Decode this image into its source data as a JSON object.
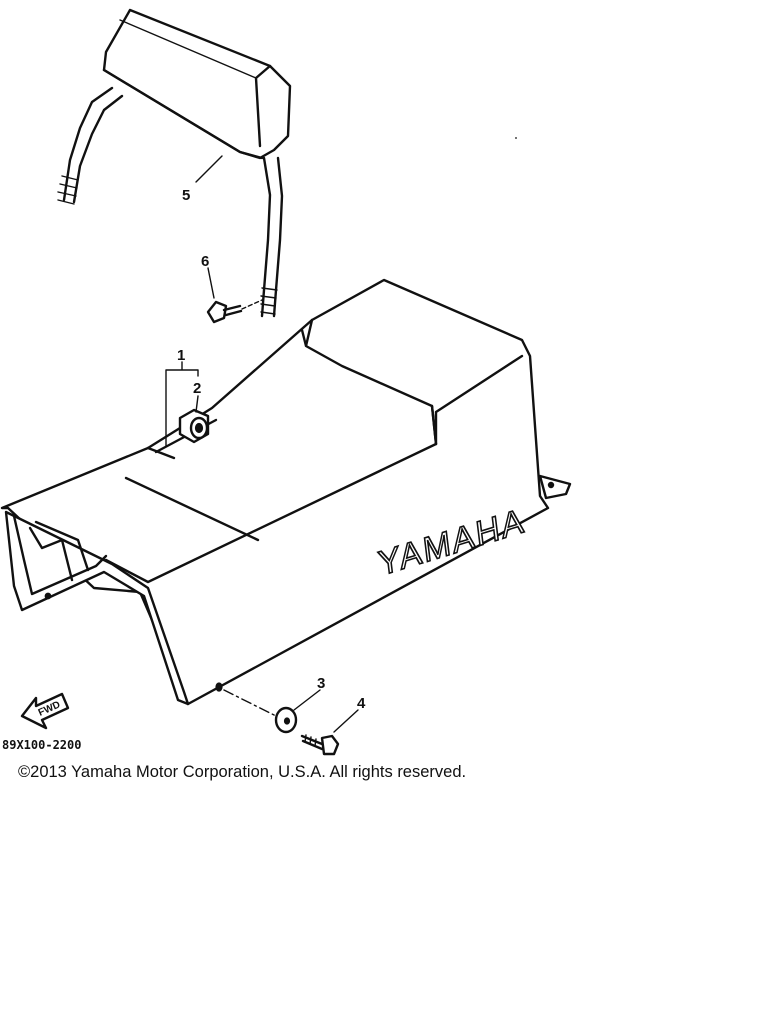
{
  "diagram": {
    "callouts": {
      "c1": "1",
      "c2": "2",
      "c3": "3",
      "c4": "4",
      "c5": "5",
      "c6": "6"
    },
    "brand_marking": "YAMAHA",
    "fwd_arrow": "FWD",
    "diagram_code": "89X100-2200"
  },
  "copyright": "©2013 Yamaha Motor Corporation, U.S.A. All rights reserved."
}
